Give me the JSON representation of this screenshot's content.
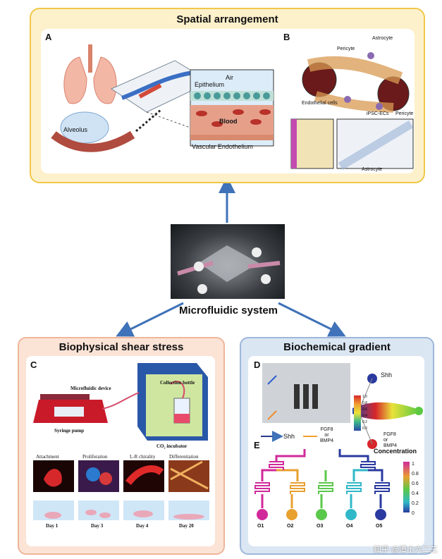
{
  "spatial": {
    "title": "Spatial arrangement",
    "panel_a": {
      "letter": "A",
      "alveolus": "Alveolus",
      "air": "Air",
      "epithelium": "Epithelium",
      "blood": "Blood",
      "vascular": "Vascular Endothelium"
    },
    "panel_b": {
      "letter": "B",
      "pericyte": "Pericyte",
      "astrocyte": "Astrocyte",
      "endothelial": "Endothelial cells",
      "ipsc": "iPSC-ECs",
      "pericyte2": "Pericyte",
      "astrocyte2": "Astrocyte"
    }
  },
  "center": {
    "label": "Microfluidic system"
  },
  "shear": {
    "title": "Biophysical shear stress",
    "letter": "C",
    "microfluidic_device": "Microfluidic device",
    "collection_bottle": "Collection bottle",
    "syringe_pump": "Syringe pump",
    "incubator": "CO₂ incubator",
    "stages": [
      "Attachment",
      "Proliferation",
      "L-R chirality",
      "Differentiation"
    ],
    "days": [
      "Day 1",
      "Day 3",
      "Day 4",
      "Day 20"
    ]
  },
  "gradient": {
    "title": "Biochemical gradient",
    "panel_d": {
      "letter": "D",
      "shh": "Shh",
      "shh_arrow": "Shh",
      "fgf8": "FGF8",
      "or": "or",
      "bmp4": "BMP4",
      "fgf8_right": "FGF8",
      "or_right": "or",
      "bmp4_right": "BMP4",
      "scale": [
        "1.0",
        "0.8",
        "0.6",
        "0.4",
        "0.2",
        "0.0"
      ]
    },
    "panel_e": {
      "letter": "E",
      "concentration": "Concentration",
      "scale": [
        "1",
        "0.8",
        "0.6",
        "0.4",
        "0.2",
        "0"
      ],
      "outlets": [
        "O1",
        "O2",
        "O3",
        "O4",
        "O5"
      ]
    }
  },
  "watermark": "知乎 @潭士六二三",
  "colors": {
    "arrow": "#3f72b8",
    "spatial_border": "#f0c84a",
    "shear_border": "#efb69a",
    "grad_border": "#9db7da"
  }
}
